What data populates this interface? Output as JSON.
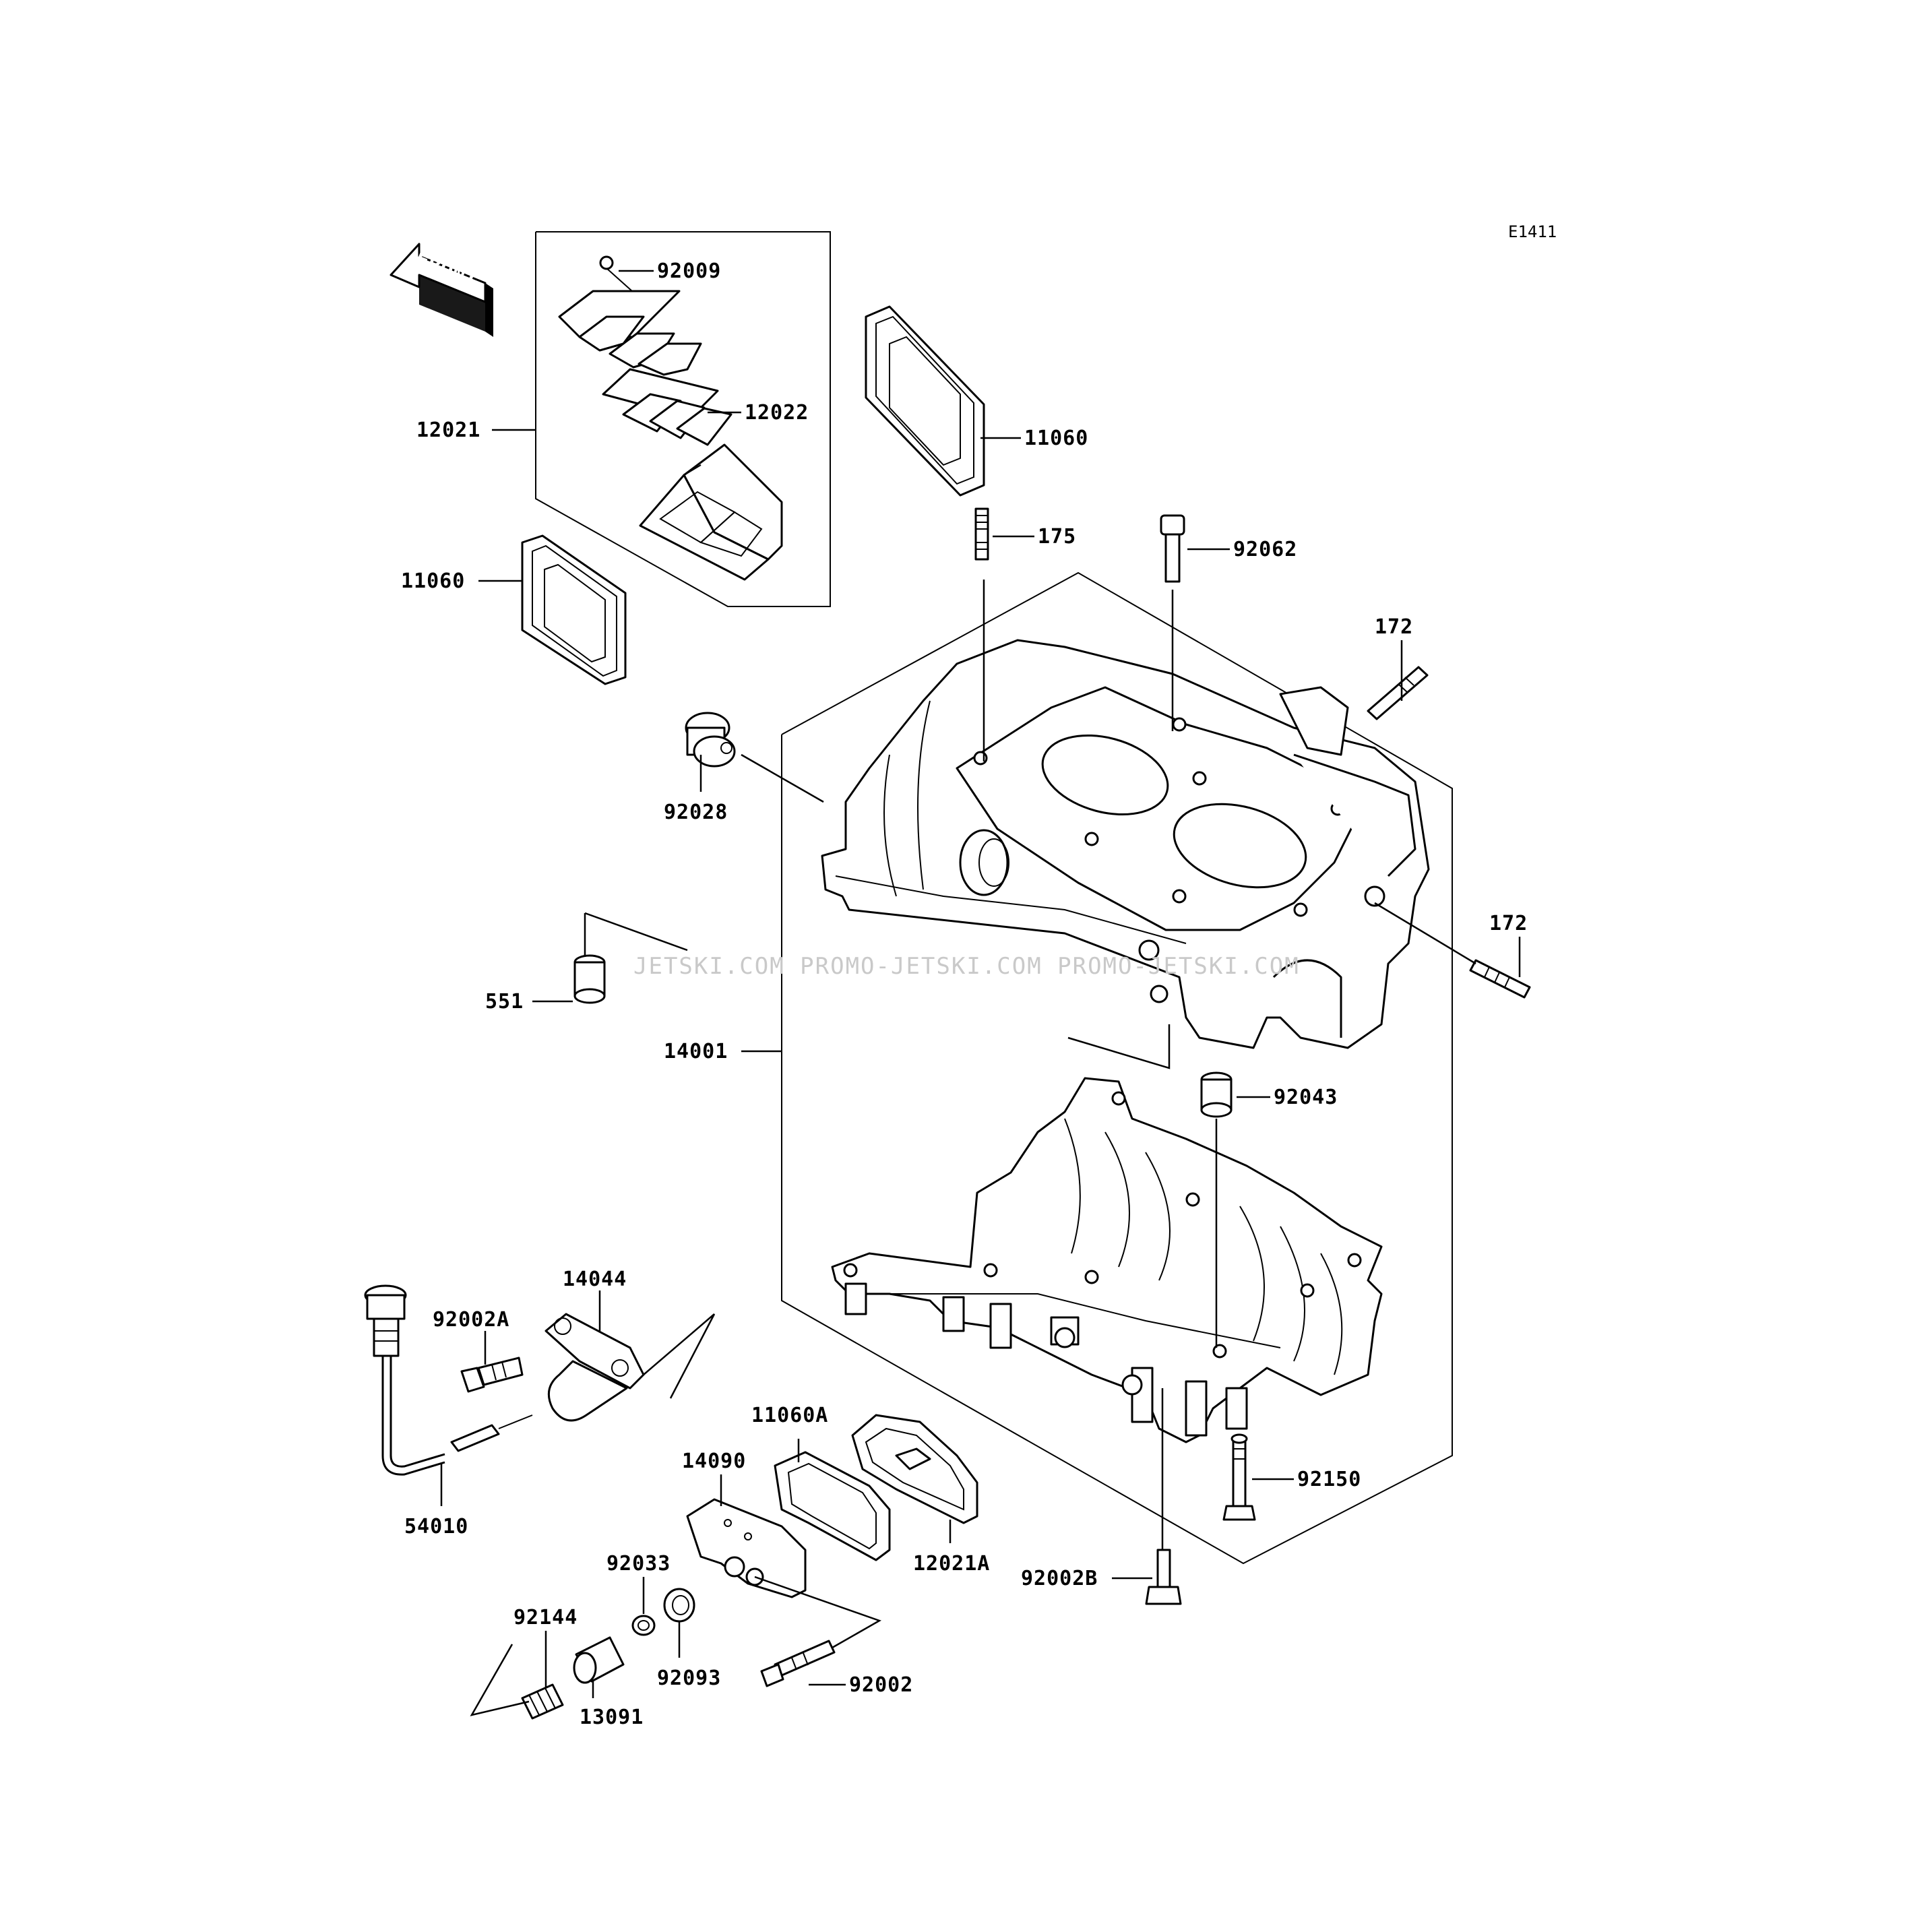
{
  "diagram": {
    "ref_code": "E1411",
    "front_label": "FRONT",
    "watermark": "JETSKI.COM  PROMO-JETSKI.COM  PROMO-JETSKI.COM",
    "callouts": {
      "c92009": "92009",
      "c12022": "12022",
      "c12021": "12021",
      "c11060_top": "11060",
      "c11060_left": "11060",
      "c175": "175",
      "c92062": "92062",
      "c172_top": "172",
      "c172_right": "172",
      "c92028": "92028",
      "c551": "551",
      "c14001": "14001",
      "c92043": "92043",
      "c14044": "14044",
      "c92002A": "92002A",
      "c54010": "54010",
      "c11060A": "11060A",
      "c14090": "14090",
      "c12021A": "12021A",
      "c92033": "92033",
      "c92144": "92144",
      "c92093": "92093",
      "c13091": "13091",
      "c92002": "92002",
      "c92002B": "92002B",
      "c92150": "92150"
    }
  }
}
